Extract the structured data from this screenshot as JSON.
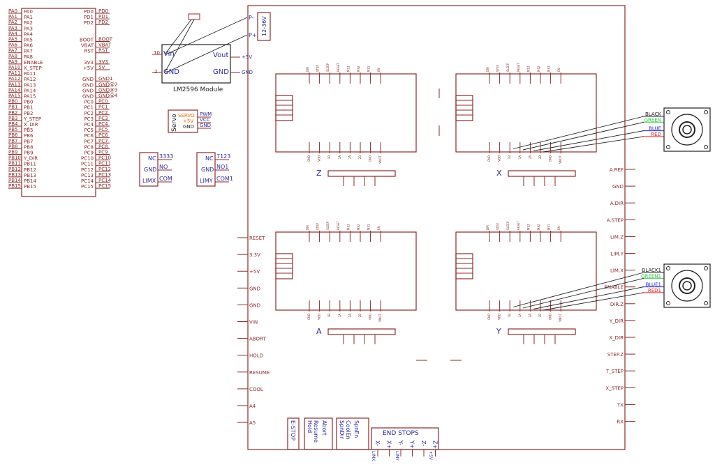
{
  "colors": {
    "symbol": "#8b2a2a",
    "label": "#2b2b9a",
    "wire_black": "#222222",
    "wire_green": "#2ecc40",
    "wire_blue": "#2222dd",
    "wire_red": "#ee2222",
    "servo_orange": "#e07000"
  },
  "mcu": {
    "left_pins": [
      "PA0",
      "PA1",
      "PA2",
      "PA3",
      "PA4",
      "PA5",
      "PA6",
      "PA7",
      "PA8",
      "PA9",
      "PA10",
      "PA11",
      "PA12",
      "PA13",
      "PA14",
      "PA15",
      "PB0",
      "PB1",
      "PB2",
      "PB3",
      "PB4",
      "PB5",
      "PB6",
      "PB7",
      "PB8",
      "PB9",
      "PB10",
      "PB11",
      "PB12",
      "PB13",
      "PB14",
      "PB15"
    ],
    "left_inner": [
      "PA0",
      "PA1",
      "PA2",
      "PA3",
      "PA4",
      "PA5",
      "PA6",
      "PA7",
      "PA8",
      "ENABLE",
      "X_STEP",
      "PA11",
      "PA12",
      "PA13",
      "PA14",
      "PA15",
      "PB0",
      "PB1",
      "PB2",
      "Y_STEP",
      "X_DIR",
      "PB5",
      "PB6",
      "PB7",
      "PB8",
      "PB9",
      "Y_DIR",
      "PB11",
      "PB12",
      "PB13",
      "PB14",
      "PB15"
    ],
    "right_inner": [
      "PD0",
      "PD1",
      "PD2",
      "",
      "",
      "BOOT",
      "VBAT",
      "RST",
      "",
      "3V3",
      "+5V",
      "",
      "GND",
      "GND",
      "GND",
      "GND",
      "PC0",
      "PC1",
      "PC2",
      "PC3",
      "PC4",
      "PC5",
      "PC6",
      "PC7",
      "PC8",
      "PC9",
      "PC10",
      "PC11",
      "PC12",
      "PC13",
      "PC14",
      "PC15"
    ],
    "right_outer": [
      "PD0",
      "PD1",
      "PD2",
      "",
      "",
      "BOOT",
      "VBAT",
      "RST",
      "",
      "3V3",
      "5V",
      "",
      "GND1",
      "GND@2",
      "GND@3",
      "GND@4",
      "PC0",
      "PC1",
      "PC2",
      "PC3",
      "PC4",
      "PC5",
      "PC6",
      "PC7",
      "PC8",
      "PC9",
      "PC10",
      "PC11",
      "PC12",
      "PC13",
      "PC14",
      "PC15"
    ]
  },
  "lm2596": {
    "title": "LM2596 Module",
    "vin": "Vin",
    "gnd": "GND",
    "vout": "Vout",
    "gnd_out": "GND",
    "pin_num_1": "10",
    "pin_num_2": "2",
    "out_5v": "+5V",
    "out_gnd": "GND"
  },
  "servo": {
    "title": "Servo",
    "pins": [
      "SERVO",
      "+5V",
      "GND"
    ],
    "labels": [
      "PWM",
      "VCC",
      "GND"
    ]
  },
  "switches": [
    {
      "num": "3333",
      "nc": "NC",
      "gnd": "GND",
      "no": "NO",
      "lim": "LIMX",
      "com": "COM"
    },
    {
      "num": "7123",
      "nc": "NC",
      "gnd": "GND",
      "no": "NO1",
      "lim": "LIMY",
      "com": "COM1"
    }
  ],
  "shield": {
    "power_label": "12-36V",
    "p_minus": "P-",
    "p_plus": "P+",
    "left_pins": [
      "RESET",
      "3.3V",
      "+5V",
      "GND",
      "GND",
      "VIN",
      "ABORT",
      "HOLD",
      "RESUME",
      "COOL",
      "A4",
      "A5"
    ],
    "right_pins": [
      "A.REF",
      "GND",
      "A.DIR",
      "A.STEP",
      "LIM.Z",
      "LIM.Y",
      "LIM.X",
      "ENABLE",
      "DIR.Z",
      "Y_DIR",
      "X_DIR",
      "STEP.Z",
      "T_STEP",
      "X_STEP",
      "TX",
      "RX"
    ],
    "drivers": [
      {
        "name": "Z"
      },
      {
        "name": "X"
      },
      {
        "name": "A"
      },
      {
        "name": "Y"
      }
    ],
    "driver_top_pins": [
      "DIR",
      "STEP",
      "SLEEP",
      "RESET",
      "MS3",
      "MS2",
      "MS1",
      "EN"
    ],
    "driver_bottom_pins": [
      "GND",
      "VDD",
      "1B",
      "1A",
      "2A",
      "2B",
      "GND",
      "VMOT"
    ],
    "buttons": [
      "E-STOP",
      "Hold\nResume",
      "Abort",
      "SpnDir\nCoolEn",
      "SpnEn"
    ],
    "end_stops": {
      "title": "END STOPS",
      "pins": [
        "X-",
        "X+",
        "Y-",
        "Y+",
        "Z-",
        "Z+"
      ],
      "under": [
        "LIMX",
        "LIMY",
        "+5V"
      ]
    }
  },
  "motors": [
    {
      "wires": [
        "BLACK",
        "GREEN",
        "BLUE",
        "RED"
      ]
    },
    {
      "wires": [
        "BLACK1",
        "GREEN1",
        "BLUE1",
        "RED1"
      ]
    }
  ]
}
